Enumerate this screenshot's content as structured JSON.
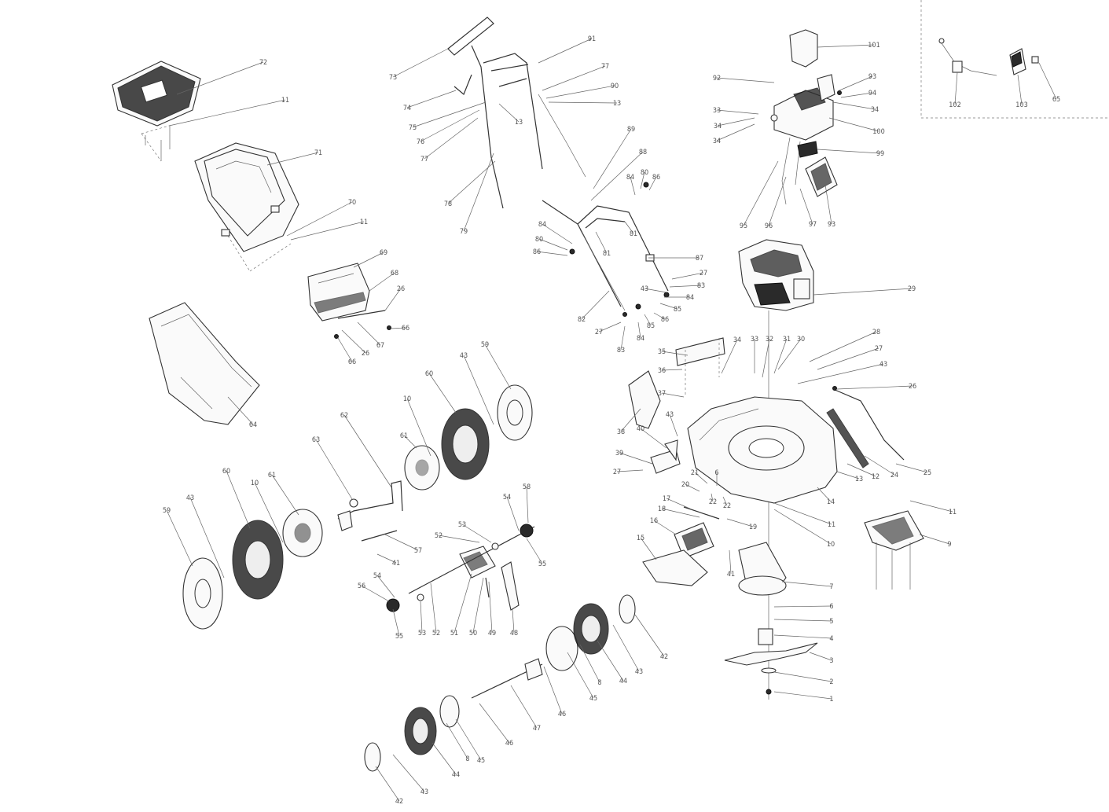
{
  "diagram": {
    "labels": [
      {
        "id": "72",
        "text": "72"
      },
      {
        "id": "11a",
        "text": "11"
      },
      {
        "id": "71",
        "text": "71"
      },
      {
        "id": "70",
        "text": "70"
      },
      {
        "id": "11b",
        "text": "11"
      },
      {
        "id": "73",
        "text": "73"
      },
      {
        "id": "74",
        "text": "74"
      },
      {
        "id": "75",
        "text": "75"
      },
      {
        "id": "76",
        "text": "76"
      },
      {
        "id": "77a",
        "text": "77"
      },
      {
        "id": "91",
        "text": "91"
      },
      {
        "id": "77b",
        "text": "77"
      },
      {
        "id": "90",
        "text": "90"
      },
      {
        "id": "13a",
        "text": "13"
      },
      {
        "id": "13b",
        "text": "13"
      },
      {
        "id": "89",
        "text": "89"
      },
      {
        "id": "88",
        "text": "88"
      },
      {
        "id": "78",
        "text": "78"
      },
      {
        "id": "79",
        "text": "79"
      },
      {
        "id": "84a",
        "text": "84"
      },
      {
        "id": "80a",
        "text": "80"
      },
      {
        "id": "86a",
        "text": "86"
      },
      {
        "id": "81a",
        "text": "81"
      },
      {
        "id": "84b",
        "text": "84"
      },
      {
        "id": "80b",
        "text": "80"
      },
      {
        "id": "86b",
        "text": "86"
      },
      {
        "id": "81b",
        "text": "81"
      },
      {
        "id": "87",
        "text": "87"
      },
      {
        "id": "27a",
        "text": "27"
      },
      {
        "id": "43a",
        "text": "43"
      },
      {
        "id": "83a",
        "text": "83"
      },
      {
        "id": "84c",
        "text": "84"
      },
      {
        "id": "85a",
        "text": "85"
      },
      {
        "id": "86c",
        "text": "86"
      },
      {
        "id": "85b",
        "text": "85"
      },
      {
        "id": "82",
        "text": "82"
      },
      {
        "id": "27b",
        "text": "27"
      },
      {
        "id": "83b",
        "text": "83"
      },
      {
        "id": "84d",
        "text": "84"
      },
      {
        "id": "101",
        "text": "101"
      },
      {
        "id": "92",
        "text": "92"
      },
      {
        "id": "93a",
        "text": "93"
      },
      {
        "id": "94",
        "text": "94"
      },
      {
        "id": "34a",
        "text": "34"
      },
      {
        "id": "33a",
        "text": "33"
      },
      {
        "id": "34b",
        "text": "34"
      },
      {
        "id": "34c",
        "text": "34"
      },
      {
        "id": "100",
        "text": "100"
      },
      {
        "id": "99",
        "text": "99"
      },
      {
        "id": "95",
        "text": "95"
      },
      {
        "id": "96",
        "text": "96"
      },
      {
        "id": "97",
        "text": "97"
      },
      {
        "id": "93b",
        "text": "93"
      },
      {
        "id": "102",
        "text": "102"
      },
      {
        "id": "103",
        "text": "103"
      },
      {
        "id": "65",
        "text": "65"
      },
      {
        "id": "69",
        "text": "69"
      },
      {
        "id": "68",
        "text": "68"
      },
      {
        "id": "26a",
        "text": "26"
      },
      {
        "id": "66a",
        "text": "66"
      },
      {
        "id": "67",
        "text": "67"
      },
      {
        "id": "26b",
        "text": "26"
      },
      {
        "id": "66b",
        "text": "66"
      },
      {
        "id": "64",
        "text": "64"
      },
      {
        "id": "29",
        "text": "29"
      },
      {
        "id": "28",
        "text": "28"
      },
      {
        "id": "27c",
        "text": "27"
      },
      {
        "id": "43b",
        "text": "43"
      },
      {
        "id": "30",
        "text": "30"
      },
      {
        "id": "31",
        "text": "31"
      },
      {
        "id": "32",
        "text": "32"
      },
      {
        "id": "33b",
        "text": "33"
      },
      {
        "id": "34d",
        "text": "34"
      },
      {
        "id": "35",
        "text": "35"
      },
      {
        "id": "36",
        "text": "36"
      },
      {
        "id": "37",
        "text": "37"
      },
      {
        "id": "38",
        "text": "38"
      },
      {
        "id": "26c",
        "text": "26"
      },
      {
        "id": "25",
        "text": "25"
      },
      {
        "id": "24",
        "text": "24"
      },
      {
        "id": "12",
        "text": "12"
      },
      {
        "id": "13c",
        "text": "13"
      },
      {
        "id": "14",
        "text": "14"
      },
      {
        "id": "43c",
        "text": "43"
      },
      {
        "id": "40",
        "text": "40"
      },
      {
        "id": "39",
        "text": "39"
      },
      {
        "id": "27d",
        "text": "27"
      },
      {
        "id": "11c",
        "text": "11"
      },
      {
        "id": "9",
        "text": "9"
      },
      {
        "id": "21",
        "text": "21"
      },
      {
        "id": "6",
        "text": "6"
      },
      {
        "id": "20",
        "text": "20"
      },
      {
        "id": "22a",
        "text": "22"
      },
      {
        "id": "22b",
        "text": "22"
      },
      {
        "id": "17",
        "text": "17"
      },
      {
        "id": "18",
        "text": "18"
      },
      {
        "id": "19",
        "text": "19"
      },
      {
        "id": "11d",
        "text": "11"
      },
      {
        "id": "10a",
        "text": "10"
      },
      {
        "id": "16",
        "text": "16"
      },
      {
        "id": "15",
        "text": "15"
      },
      {
        "id": "41a",
        "text": "41"
      },
      {
        "id": "7",
        "text": "7"
      },
      {
        "id": "6b",
        "text": "6"
      },
      {
        "id": "5",
        "text": "5"
      },
      {
        "id": "4",
        "text": "4"
      },
      {
        "id": "3",
        "text": "3"
      },
      {
        "id": "2",
        "text": "2"
      },
      {
        "id": "1",
        "text": "1"
      },
      {
        "id": "59a",
        "text": "59"
      },
      {
        "id": "43d",
        "text": "43"
      },
      {
        "id": "60a",
        "text": "60"
      },
      {
        "id": "10b",
        "text": "10"
      },
      {
        "id": "61a",
        "text": "61"
      },
      {
        "id": "59b",
        "text": "59"
      },
      {
        "id": "43e",
        "text": "43"
      },
      {
        "id": "60b",
        "text": "60"
      },
      {
        "id": "10c",
        "text": "10"
      },
      {
        "id": "61b",
        "text": "61"
      },
      {
        "id": "63",
        "text": "63"
      },
      {
        "id": "62",
        "text": "62"
      },
      {
        "id": "57",
        "text": "57"
      },
      {
        "id": "41b",
        "text": "41"
      },
      {
        "id": "54a",
        "text": "54"
      },
      {
        "id": "58",
        "text": "58"
      },
      {
        "id": "53a",
        "text": "53"
      },
      {
        "id": "52a",
        "text": "52"
      },
      {
        "id": "55a",
        "text": "55"
      },
      {
        "id": "56",
        "text": "56"
      },
      {
        "id": "54b",
        "text": "54"
      },
      {
        "id": "55b",
        "text": "55"
      },
      {
        "id": "53b",
        "text": "53"
      },
      {
        "id": "52b",
        "text": "52"
      },
      {
        "id": "51",
        "text": "51"
      },
      {
        "id": "50",
        "text": "50"
      },
      {
        "id": "49",
        "text": "49"
      },
      {
        "id": "48",
        "text": "48"
      },
      {
        "id": "42a",
        "text": "42"
      },
      {
        "id": "43f",
        "text": "43"
      },
      {
        "id": "44a",
        "text": "44"
      },
      {
        "id": "8a",
        "text": "8"
      },
      {
        "id": "45a",
        "text": "45"
      },
      {
        "id": "46a",
        "text": "46"
      },
      {
        "id": "47",
        "text": "47"
      },
      {
        "id": "46b",
        "text": "46"
      },
      {
        "id": "45b",
        "text": "45"
      },
      {
        "id": "8b",
        "text": "8"
      },
      {
        "id": "44b",
        "text": "44"
      },
      {
        "id": "43g",
        "text": "43"
      },
      {
        "id": "42b",
        "text": "42"
      }
    ]
  }
}
